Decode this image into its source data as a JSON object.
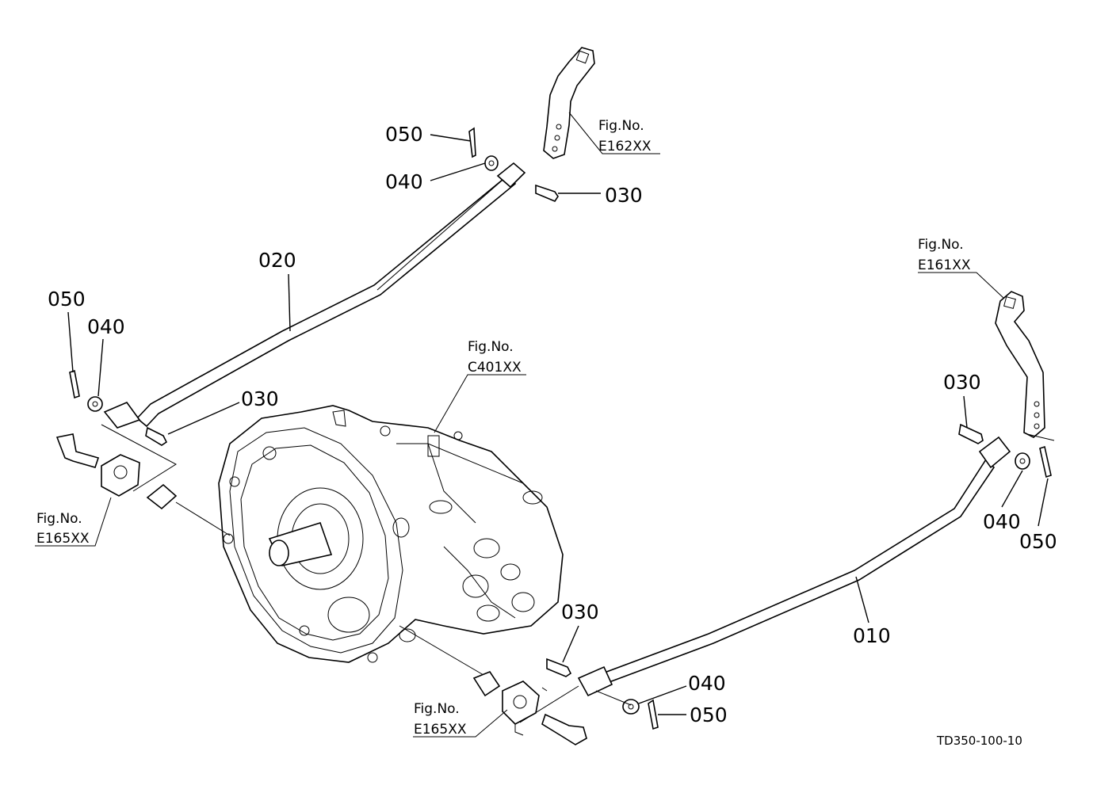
{
  "parts": {
    "p050_top": "050",
    "p040_top": "040",
    "p030_top": "030",
    "p020": "020",
    "p050_left": "050",
    "p040_left": "040",
    "p030_mid": "030",
    "p030_right": "030",
    "p040_right": "040",
    "p050_right": "050",
    "p010": "010",
    "p030_bottom": "030",
    "p040_bottom": "040",
    "p050_bottom": "050"
  },
  "figrefs": {
    "e162": {
      "label": "Fig.No.",
      "code": "E162XX"
    },
    "e161": {
      "label": "Fig.No.",
      "code": "E161XX"
    },
    "c401": {
      "label": "Fig.No.",
      "code": "C401XX"
    },
    "e165_left": {
      "label": "Fig.No.",
      "code": "E165XX"
    },
    "e165_bottom": {
      "label": "Fig.No.",
      "code": "E165XX"
    }
  },
  "drawing_code": "TD350-100-10"
}
